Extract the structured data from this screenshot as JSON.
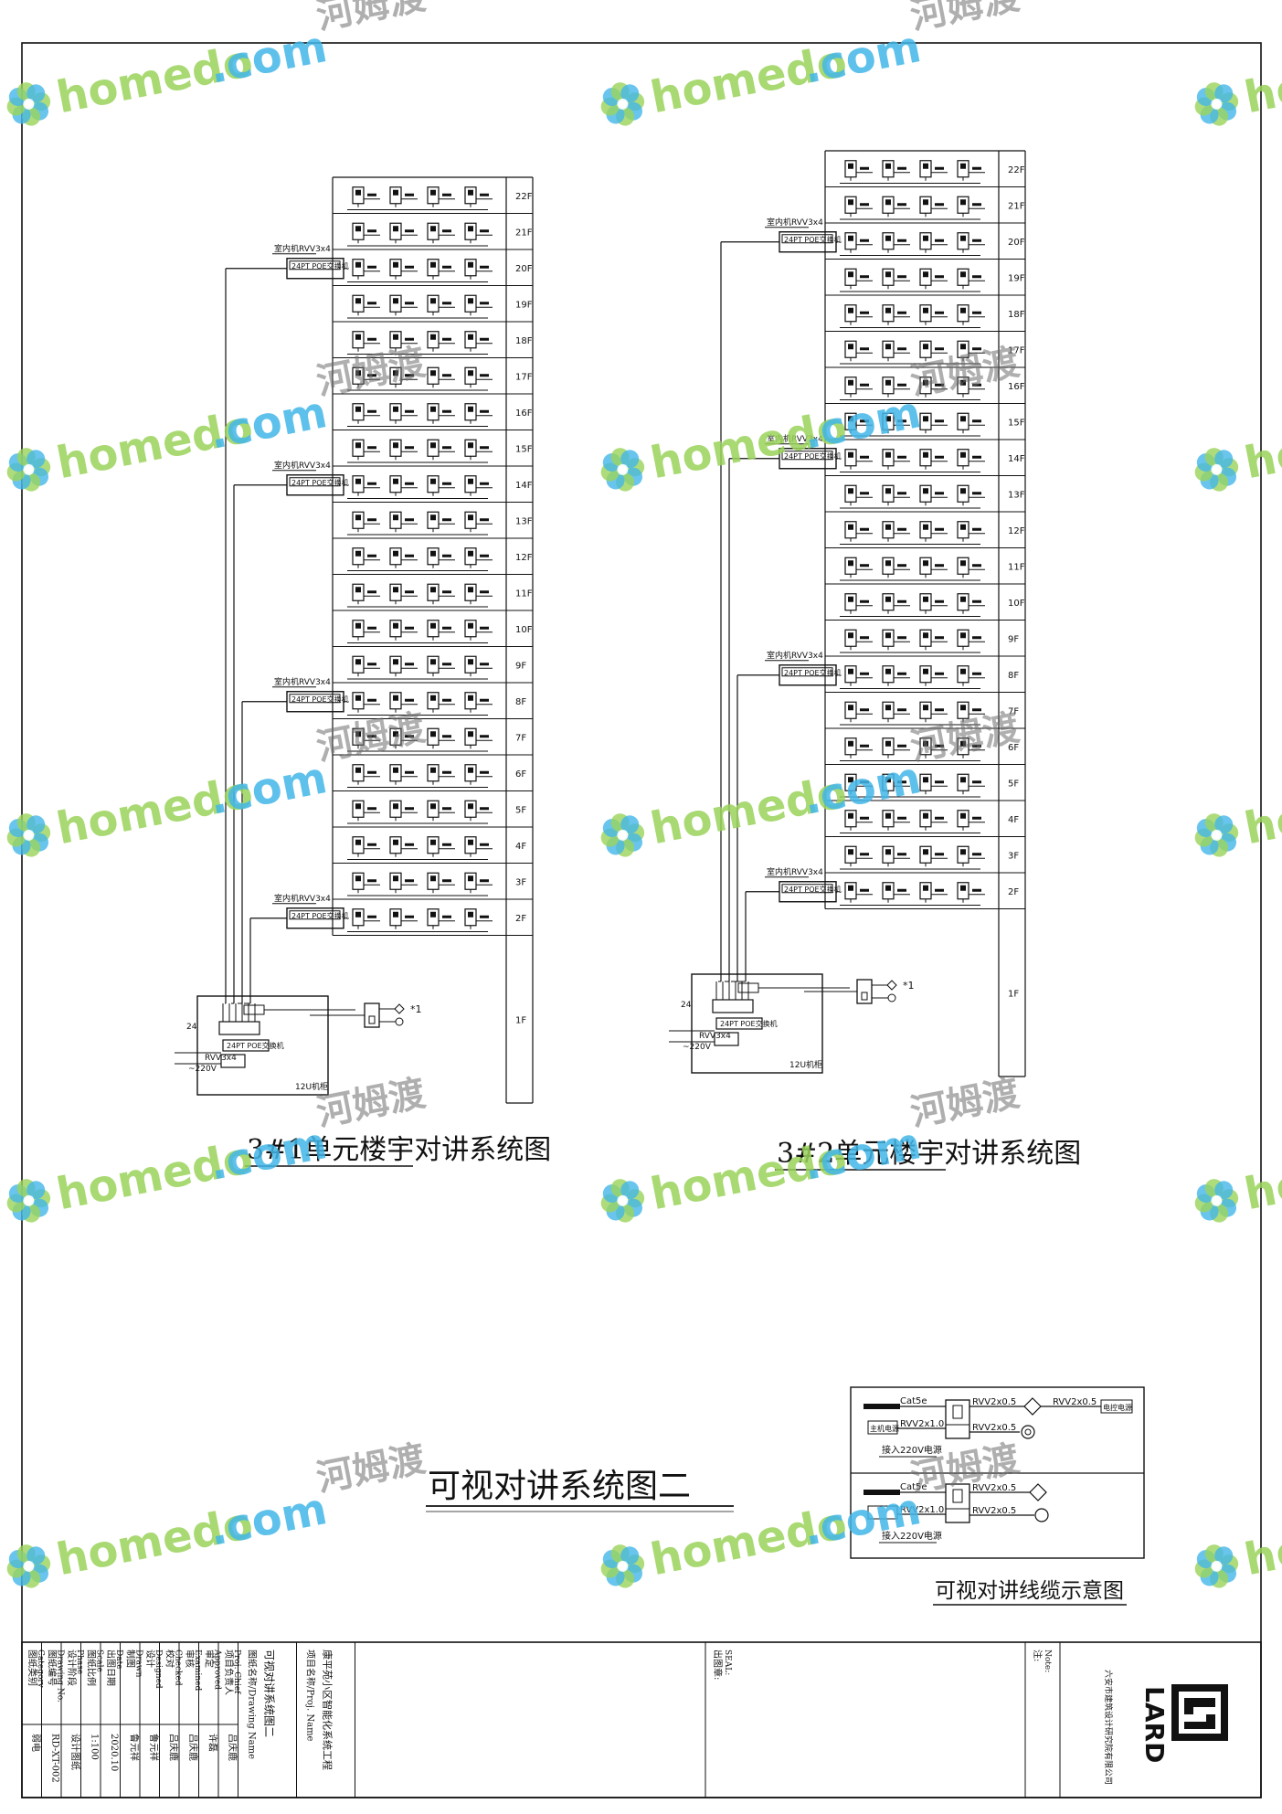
{
  "diagram1": {
    "title": "3#1单元楼宇对讲系统图",
    "floors": [
      "22F",
      "21F",
      "20F",
      "19F",
      "18F",
      "17F",
      "16F",
      "15F",
      "14F",
      "13F",
      "12F",
      "11F",
      "10F",
      "9F",
      "8F",
      "7F",
      "6F",
      "5F",
      "4F",
      "3F",
      "2F",
      "1F"
    ],
    "cable_label": "RVV3x4",
    "cable_prefix": "室内机",
    "switch_label": "24PT POE交换机",
    "rack_label": "12U机柜",
    "port_label": "24",
    "power_label": "~220V",
    "mark": "*1"
  },
  "diagram2": {
    "title": "3#2单元楼宇对讲系统图",
    "floors": [
      "22F",
      "21F",
      "20F",
      "19F",
      "18F",
      "17F",
      "16F",
      "15F",
      "14F",
      "13F",
      "12F",
      "11F",
      "10F",
      "9F",
      "8F",
      "7F",
      "6F",
      "5F",
      "4F",
      "3F",
      "2F",
      "1F"
    ],
    "cable_label": "RVV3x4",
    "cable_prefix": "室内机",
    "switch_label": "24PT POE交换机",
    "rack_label": "12U机柜",
    "port_label": "24",
    "power_label": "~220V",
    "mark": "*1"
  },
  "drawing_title": "可视对讲系统图二",
  "legend": {
    "title": "可视对讲线缆示意图",
    "row1": {
      "cat": "Cat5e",
      "a": "RVV2x0.5",
      "b": "RVV2x1.0",
      "c": "RVV2x0.5",
      "d": "RVV2x0.5",
      "box": "电控电源",
      "host": "主机电源",
      "power": "接入220V电源"
    },
    "row2": {
      "cat": "Cat5e",
      "a": "RVV2x0.5",
      "b": "RVV2x1.0",
      "c": "RVV2x0.5",
      "power": "接入220V电源"
    }
  },
  "title_block": {
    "rows": [
      {
        "label": "项目负责人",
        "label_en": "Proj. Chief",
        "value": "吕庆鹿"
      },
      {
        "label": "审定",
        "label_en": "Approved",
        "value": "许磊"
      },
      {
        "label": "审核",
        "label_en": "Examined",
        "value": "吕庆鹿"
      },
      {
        "label": "校对",
        "label_en": "Checked",
        "value": "吕庆鹿"
      },
      {
        "label": "设计",
        "label_en": "Designed",
        "value": "鲁元祥"
      },
      {
        "label": "制图",
        "label_en": "Drawn",
        "value": "鲁元祥"
      },
      {
        "label": "出图日期",
        "label_en": "Date",
        "value": "2020.10"
      },
      {
        "label": "图纸比例",
        "label_en": "Scale",
        "value": "1:100"
      },
      {
        "label": "设计阶段",
        "label_en": "Phase",
        "value": "设计图纸"
      },
      {
        "label": "图纸编号",
        "label_en": "Drawing No.",
        "value": "RD-XT-002"
      },
      {
        "label": "图纸类别",
        "label_en": "Category",
        "value": "弱电"
      }
    ],
    "drawing_name_label": "图纸名称/Drawing Name",
    "drawing_name": "可视对讲系统图二",
    "project_name_label": "项目名称/Proj. Name",
    "project_name": "康平苑小区智能化系统工程",
    "seal_label": "出图章:",
    "seal_label_en": "SEAL:",
    "note_label": "注:",
    "note_label_en": "Note:",
    "company": "六安市建筑设计研究院有限公司",
    "logo_text": "LARD"
  },
  "watermark": {
    "brand": "homedo",
    "domain": ".com",
    "cn": "河姆渡"
  },
  "colors": {
    "line": "#111111",
    "wm_green": "#9bd35a",
    "wm_blue": "#43b7e8",
    "wm_gray": "#6e6e6e"
  }
}
